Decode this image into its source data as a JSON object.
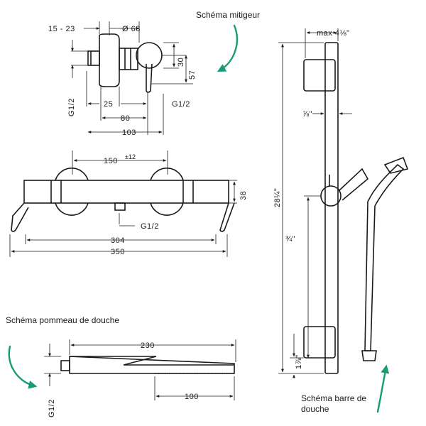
{
  "captions": {
    "mixer": "Schéma mitigeur",
    "shower_head": "Schéma pommeau de douche",
    "shower_bar": "Schéma barre de douche"
  },
  "mixer_side": {
    "dim_15_23": "15 - 23",
    "dim_diam": "Ø 68",
    "dim_30": "30",
    "dim_57": "57",
    "dim_25": "25",
    "dim_80": "80",
    "dim_103": "103",
    "thread_left": "G1/2",
    "thread_right": "G1/2"
  },
  "thermostat_front": {
    "dim_150": "150",
    "tolerance": "±12",
    "dim_38": "38",
    "dim_304": "304",
    "dim_350": "350",
    "thread": "G1/2"
  },
  "shower_head": {
    "dim_230": "230",
    "dim_100": "100",
    "thread": "G1/2"
  },
  "shower_bar": {
    "dim_max": "max 4⅛\"",
    "dim_total": "28¼\"",
    "dim_7_8": "⅞\"",
    "dim_3_4": "¾\"",
    "dim_1_7_8": "1⅞\""
  },
  "colors": {
    "line": "#1a1a1a",
    "arrow": "#1a9a76"
  }
}
